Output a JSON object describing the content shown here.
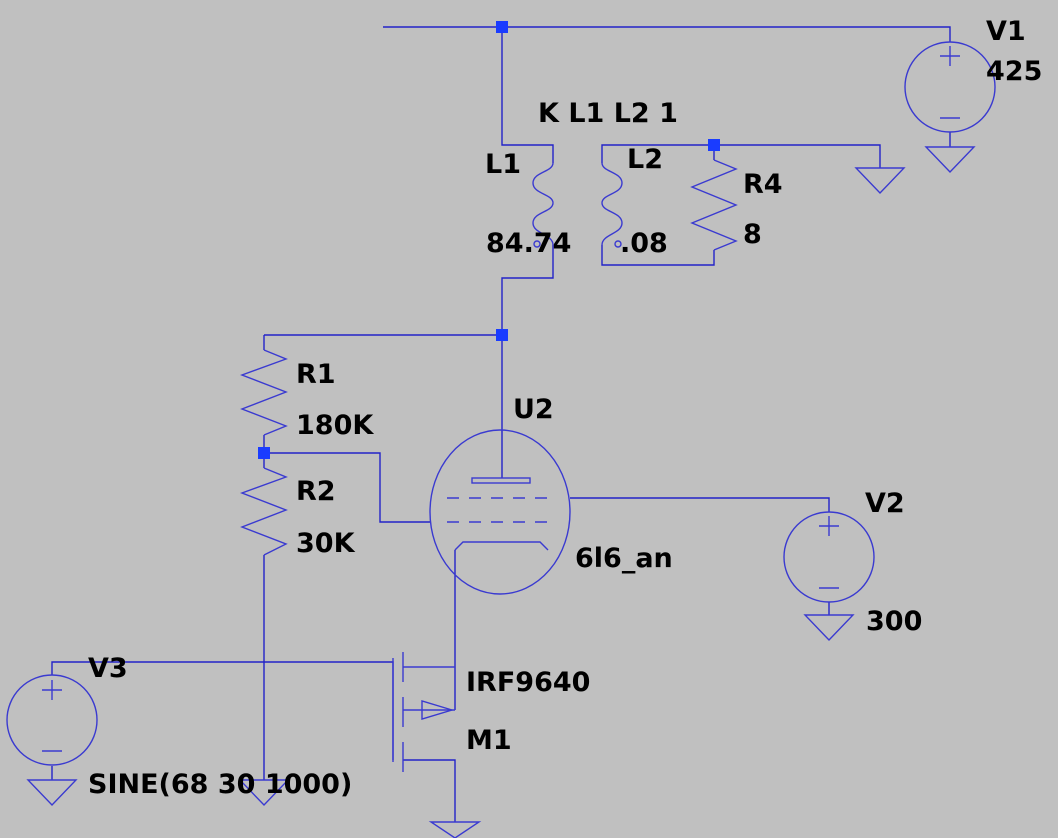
{
  "colors": {
    "background": "#c0c0c0",
    "wire": "#2323c8",
    "junction": "#1a3cff",
    "text": "#000000"
  },
  "directive": "K L1 L2 1",
  "components": {
    "V1": {
      "name": "V1",
      "value": "425"
    },
    "V2": {
      "name": "V2",
      "value": "300"
    },
    "V3": {
      "name": "V3",
      "value": "SINE(68 30 1000)"
    },
    "L1": {
      "name": "L1",
      "value": "84.74"
    },
    "L2": {
      "name": "L2",
      "value": ".08"
    },
    "R1": {
      "name": "R1",
      "value": "180K"
    },
    "R2": {
      "name": "R2",
      "value": "30K"
    },
    "R4": {
      "name": "R4",
      "value": "8"
    },
    "U2": {
      "name": "U2",
      "value": "6l6_an"
    },
    "M1": {
      "name": "M1",
      "value": "IRF9640"
    }
  }
}
